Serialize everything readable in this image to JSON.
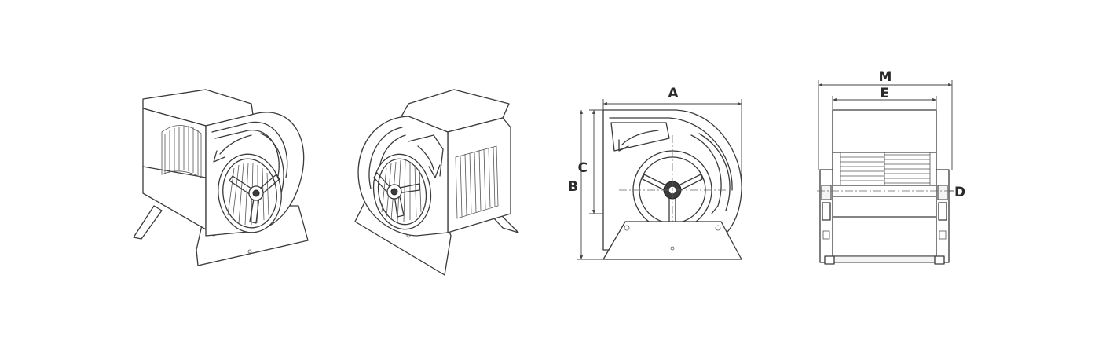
{
  "views": {
    "iso_left": "fan-isometric-view-left",
    "iso_right": "fan-isometric-view-right",
    "front": "fan-front-elevation",
    "side": "fan-side-elevation"
  },
  "dimensions": {
    "A": "A",
    "B": "B",
    "C": "C",
    "D": "D",
    "E": "E",
    "M": "M"
  },
  "colors": {
    "line": "#3a3a3a",
    "hub": "#3c3c3c",
    "background": "#ffffff"
  }
}
